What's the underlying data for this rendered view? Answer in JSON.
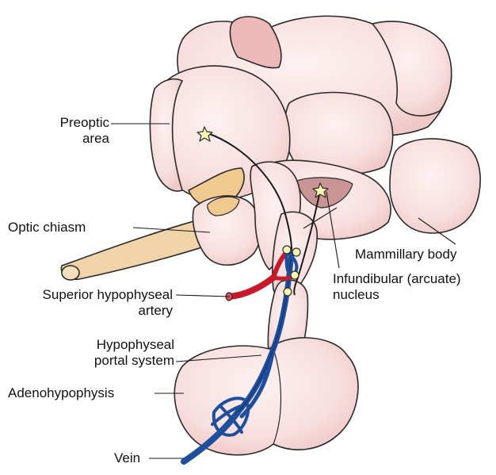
{
  "labels": {
    "preoptic_area_1": "Preoptic",
    "preoptic_area_2": "area",
    "optic_chiasm": "Optic chiasm",
    "mammillary_body": "Mammillary body",
    "infundibular_1": "Infundibular (arcuate)",
    "infundibular_2": "nucleus",
    "superior_artery_1": "Superior hypophyseal",
    "superior_artery_2": "artery",
    "portal_system_1": "Hypophyseal",
    "portal_system_2": "portal system",
    "adenohypophysis": "Adenohypophysis",
    "vein": "Vein"
  },
  "colors": {
    "tissue": "#f8dede",
    "tissue_dark": "#ecc2c2",
    "outline": "#2a2a2a",
    "chiasm": "#f0d3a8",
    "artery": "#c8192b",
    "vein": "#1f4e9c",
    "nucleus": "#c99494",
    "star": "#fff6b0"
  },
  "icons": [
    "neuron-star-icon",
    "neuron-terminal-icon"
  ]
}
